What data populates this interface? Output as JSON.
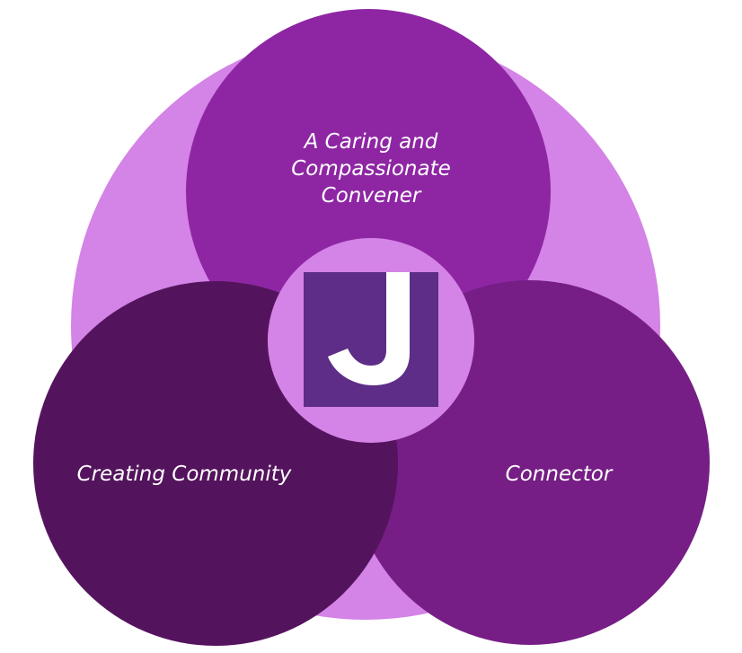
{
  "colors": {
    "outer_ring": "#d483e6",
    "top_circle": "#8e26a4",
    "right_circle": "#761e85",
    "left_circle": "#54145d",
    "center_circle": "#d483e6",
    "logo_square": "#5d2d87",
    "logo_letter": "#ffffff",
    "label_text": "#ffffff"
  },
  "diagram": {
    "top": {
      "lines": [
        "A Caring and",
        "Compassionate",
        "Convener"
      ]
    },
    "left": {
      "label": "Creating Community"
    },
    "right": {
      "label": "Connector"
    },
    "center": {
      "logo_icon": "j-logo-icon",
      "logo_letter": "J"
    }
  }
}
